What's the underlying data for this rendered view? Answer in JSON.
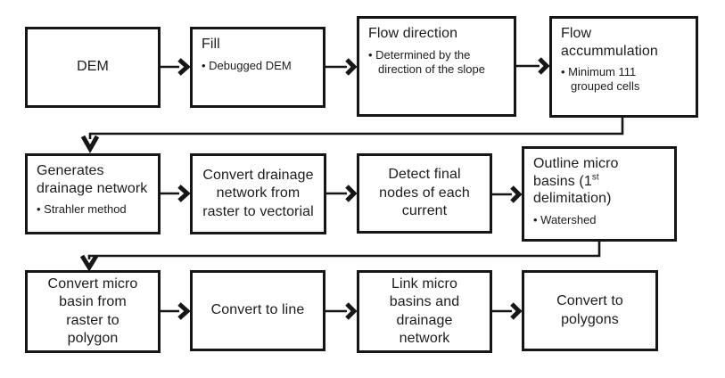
{
  "flowchart": {
    "boxes": [
      {
        "title": "DEM"
      },
      {
        "title": "Fill",
        "bullet": "• Debugged DEM"
      },
      {
        "title": "Flow direction",
        "bullet": "• Determined by the\ndirection of the slope"
      },
      {
        "title": "Flow\naccummulation",
        "bullet": "• Minimum 111\ngrouped cells"
      },
      {
        "title": "Generates\ndrainage network",
        "bullet": "• Strahler method"
      },
      {
        "title": "Convert drainage\nnetwork from\nraster to vectorial"
      },
      {
        "title": "Detect final\nnodes of each\ncurrent"
      },
      {
        "title_pre": "Outline micro\nbasins (1",
        "title_sup": "st",
        "title_post": "\ndelimitation)",
        "bullet": "• Watershed"
      },
      {
        "title": "Convert micro\nbasin from\nraster to\npolygon"
      },
      {
        "title": "Convert to line"
      },
      {
        "title": "Link micro\nbasins and\ndrainage\nnetwork"
      },
      {
        "title": "Convert to\npolygons"
      }
    ],
    "colors": {
      "line": "#161616",
      "box_border": "#161616",
      "text": "#1c1c1c",
      "background": "#ffffff"
    }
  }
}
